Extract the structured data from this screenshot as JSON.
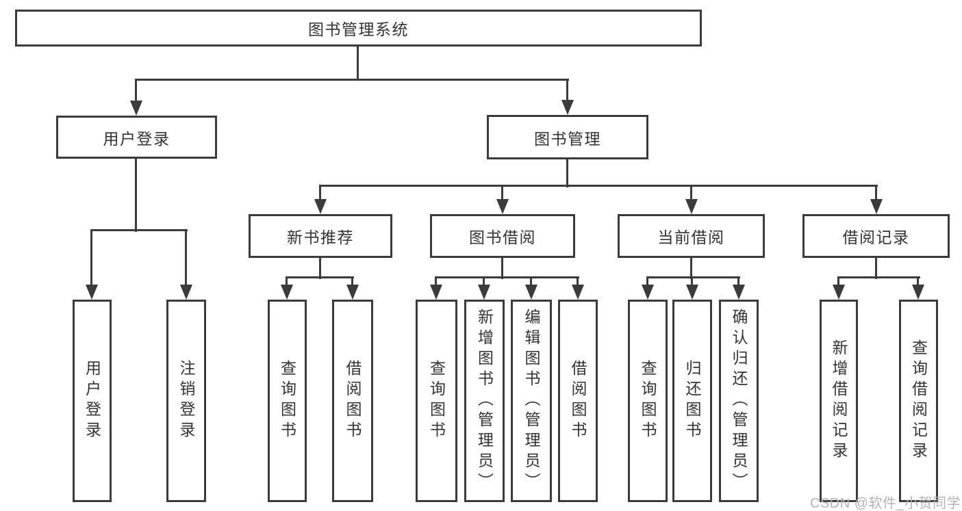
{
  "tree": {
    "label": "图书管理系统",
    "children": [
      {
        "label": "用户登录",
        "children": [
          {
            "label": "用户登录"
          },
          {
            "label": "注销登录"
          }
        ]
      },
      {
        "label": "图书管理",
        "children": [
          {
            "label": "新书推荐",
            "children": [
              {
                "label": "查询图书"
              },
              {
                "label": "借阅图书"
              }
            ]
          },
          {
            "label": "图书借阅",
            "children": [
              {
                "label": "查询图书"
              },
              {
                "label": "新增图书（管理员）"
              },
              {
                "label": "编辑图书（管理员）"
              },
              {
                "label": "借阅图书"
              }
            ]
          },
          {
            "label": "当前借阅",
            "children": [
              {
                "label": "查询图书"
              },
              {
                "label": "归还图书"
              },
              {
                "label": "确认归还（管理员）"
              }
            ]
          },
          {
            "label": "借阅记录",
            "children": [
              {
                "label": "新增借阅记录"
              },
              {
                "label": "查询借阅记录"
              }
            ]
          }
        ]
      }
    ]
  },
  "watermark": {
    "text": "CSDN @软件_小贺同学"
  },
  "colors": {
    "line": "#3b3b3b",
    "text": "#333333",
    "watermark": "#b3b3b3",
    "background": "#ffffff"
  }
}
